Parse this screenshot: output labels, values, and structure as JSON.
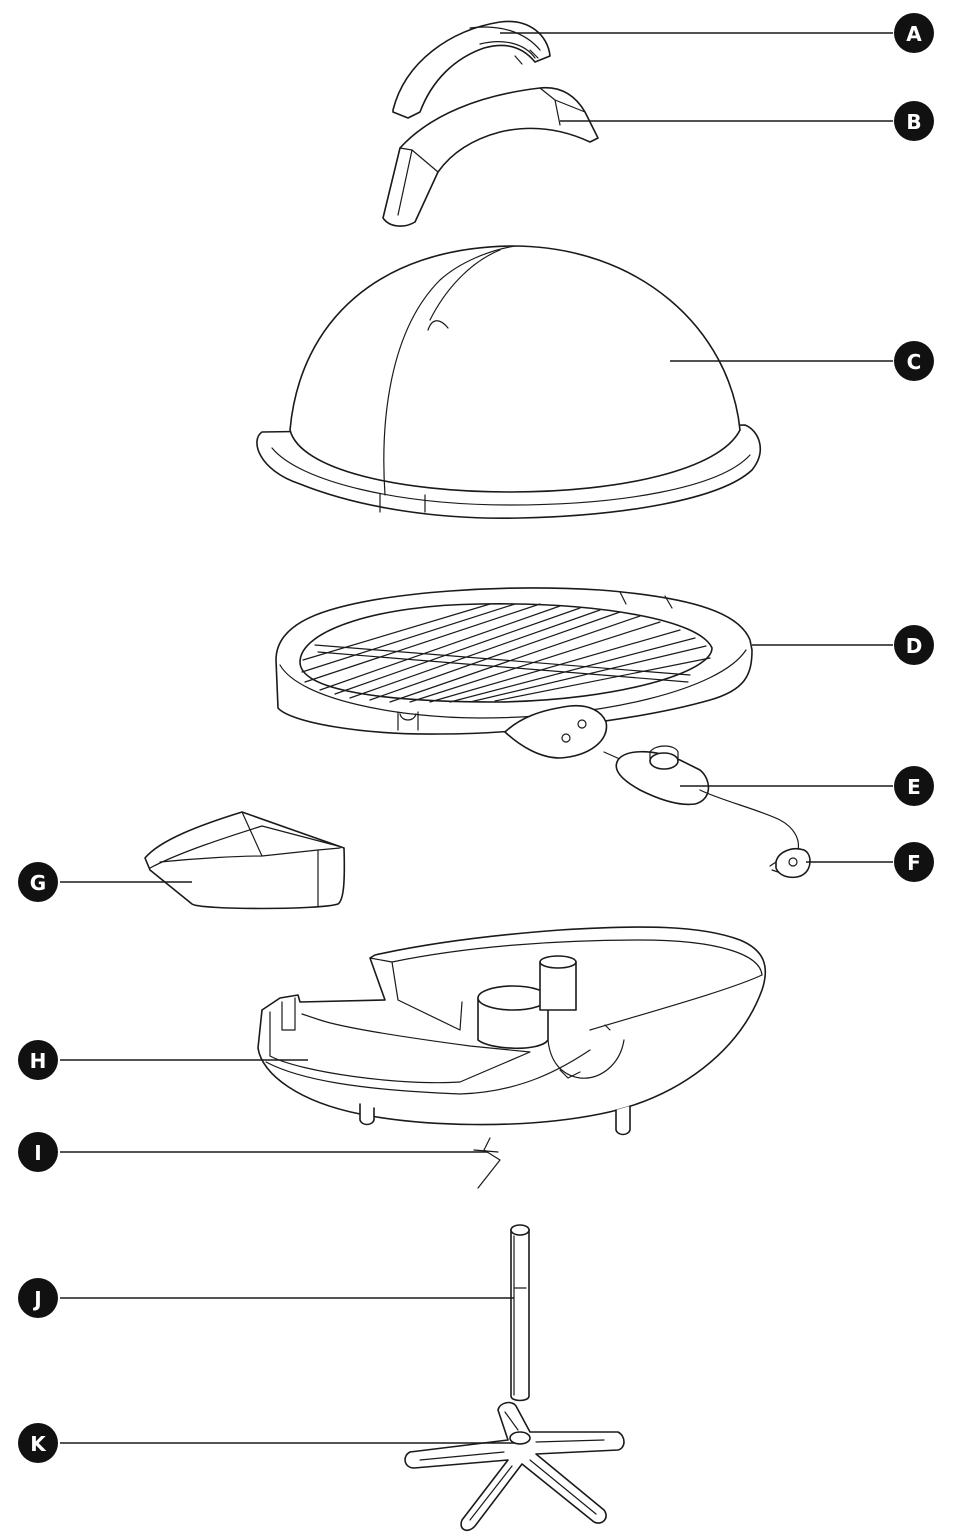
{
  "labels": {
    "a": "A",
    "b": "B",
    "c": "C",
    "d": "D",
    "e": "E",
    "f": "F",
    "g": "G",
    "h": "H",
    "i": "I",
    "j": "J",
    "k": "K"
  },
  "colors": {
    "line": "#1a1a1a",
    "badge": "#111111",
    "badge_text": "#ffffff",
    "background": "#ffffff"
  }
}
